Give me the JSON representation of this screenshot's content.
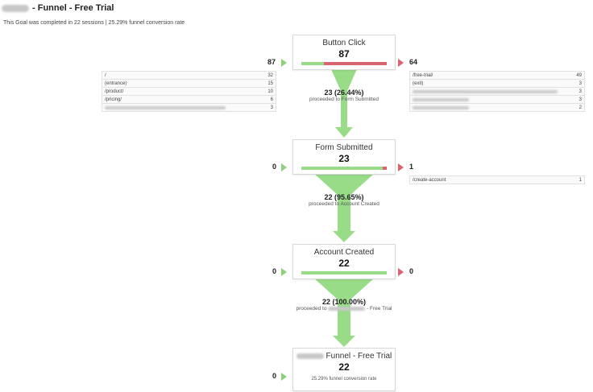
{
  "header": {
    "title_suffix": "- Funnel - Free Trial",
    "subtitle": "This Goal was completed in 22 sessions | 25.29% funnel conversion rate"
  },
  "colors": {
    "green": "#98dc88",
    "red": "#d9636e",
    "grey": "#dcdcdc"
  },
  "steps": [
    {
      "name": "Button Click",
      "count": "87",
      "entrances": "87",
      "exits": "64",
      "bar_green_fraction": 0.264,
      "bar_red_fraction": 0.736,
      "entry_sources": [
        {
          "label": "/",
          "value": "32"
        },
        {
          "label": "(entrance)",
          "value": "15"
        },
        {
          "label": "/product/",
          "value": "10"
        },
        {
          "label": "/pricing/",
          "value": "6"
        },
        {
          "label": "",
          "value": "3"
        }
      ],
      "exit_destinations": [
        {
          "label": "/free-trial/",
          "value": "49"
        },
        {
          "label": "(exit)",
          "value": "3"
        },
        {
          "label": "",
          "value": "3"
        },
        {
          "label": "",
          "value": "3"
        },
        {
          "label": "",
          "value": "2"
        }
      ],
      "proceed_count": "23 (26.44%)",
      "proceed_label": "proceeded to Form Submitted"
    },
    {
      "name": "Form Submitted",
      "count": "23",
      "entrances": "0",
      "exits": "1",
      "bar_green_fraction": 0.957,
      "bar_red_fraction": 0.043,
      "exit_destinations": [
        {
          "label": "/create-account",
          "value": "1"
        }
      ],
      "proceed_count": "22 (95.65%)",
      "proceed_label": "proceeded to Account Created"
    },
    {
      "name": "Account Created",
      "count": "22",
      "entrances": "0",
      "exits": "0",
      "bar_green_fraction": 1.0,
      "bar_red_fraction": 0.0,
      "proceed_count": "22 (100.00%)",
      "proceed_label_prefix": "proceeded to",
      "proceed_label_suffix": "- Free Trial"
    },
    {
      "name_suffix": "Funnel - Free Trial",
      "count": "22",
      "entrances": "0",
      "conversion_rate": "25.29% funnel conversion rate"
    }
  ]
}
